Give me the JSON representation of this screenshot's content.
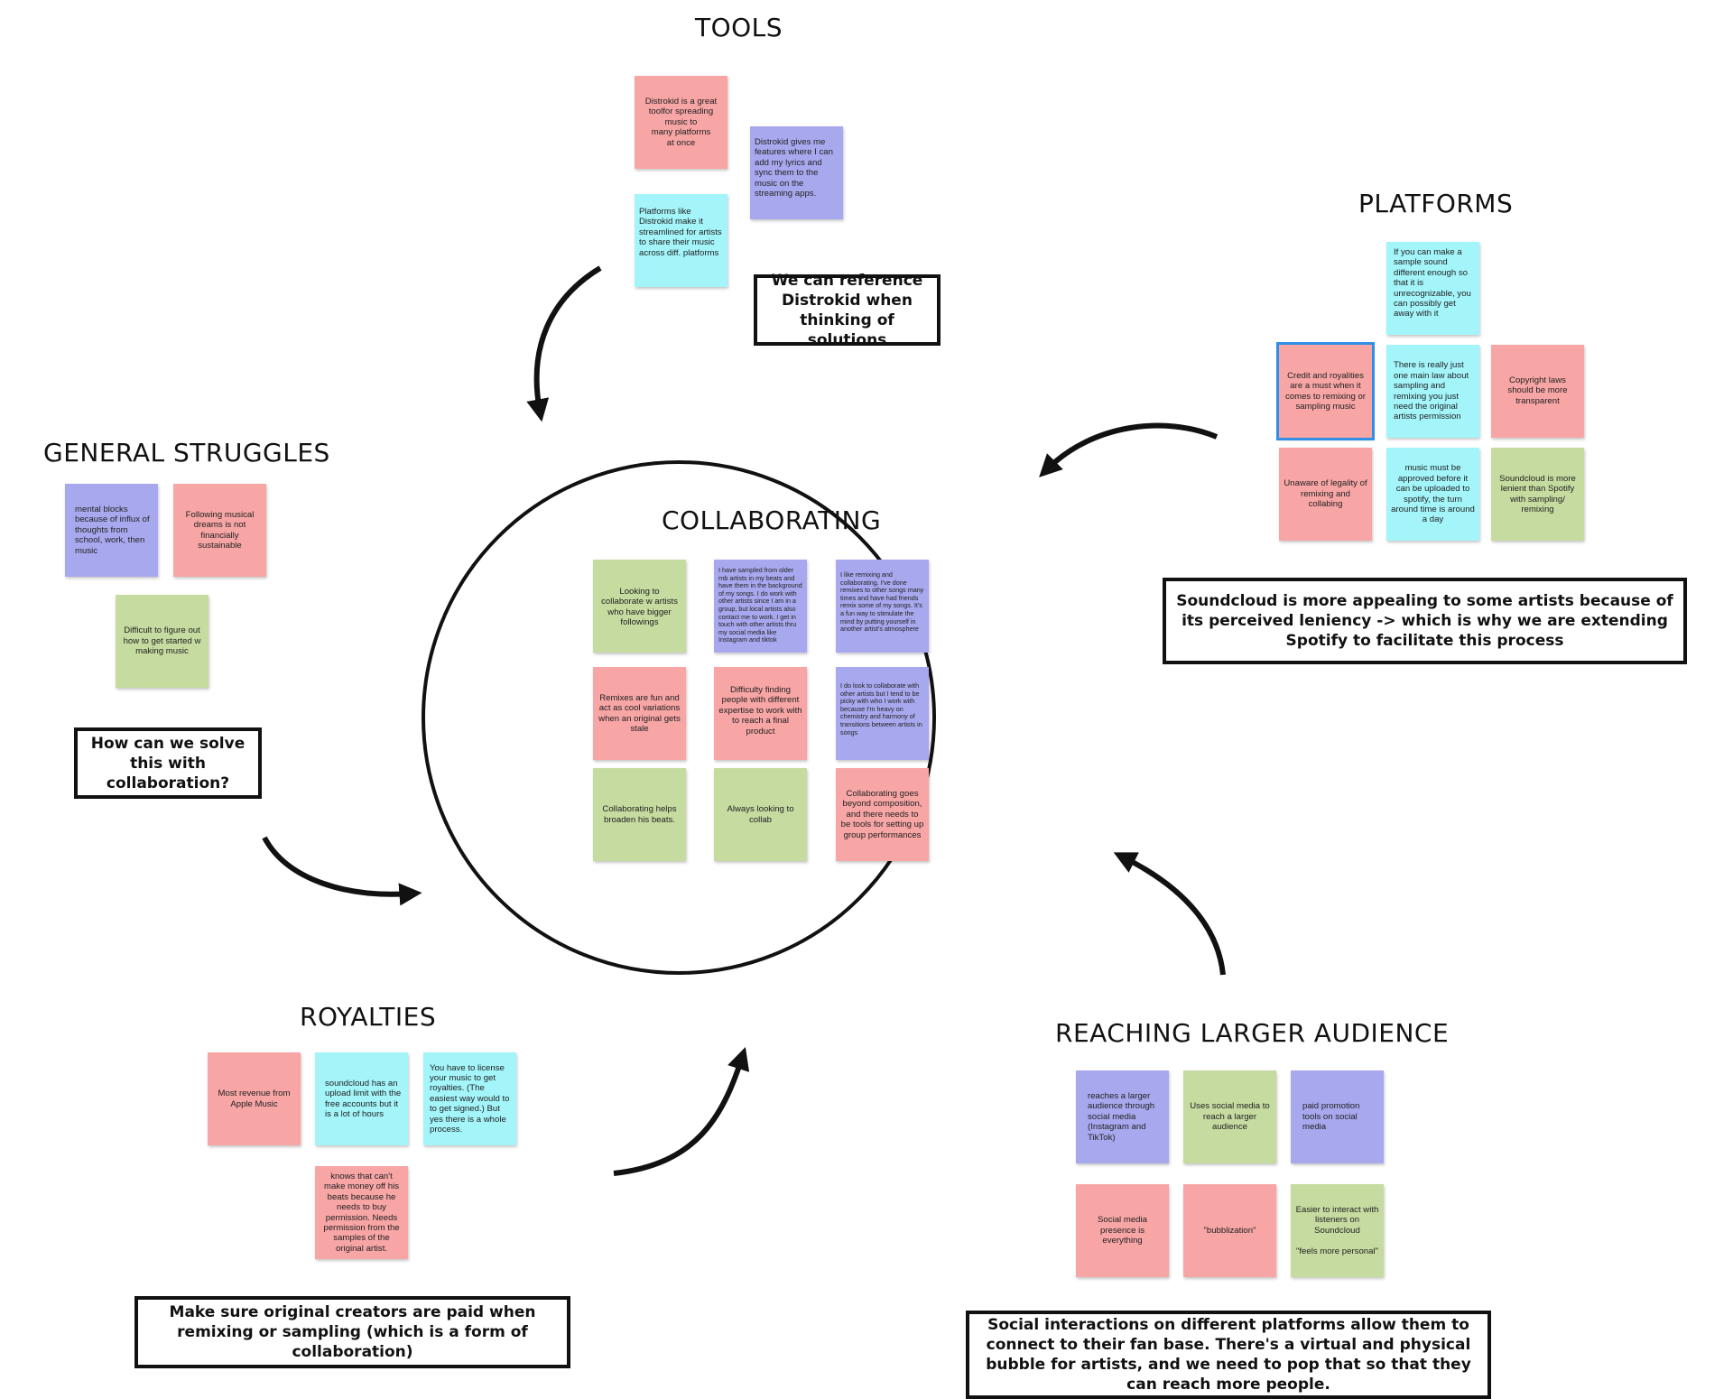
{
  "colors": {
    "pink": "#f7a5a5",
    "purple": "#a8a8ee",
    "cyan": "#a3f5fa",
    "green": "#c6dba0",
    "selection": "#2f8fe6"
  },
  "center": {
    "title": "COLLABORATING",
    "notes": [
      "Looking to collaborate w artists who have bigger followings",
      "I have sampled from older rnb artists in my beats and have them in the background of my songs. I do work with other artists since I am in a group, but local artists also contact me to work. I get in touch with other artists thru my social media like Instagram and tiktok",
      "I like remixing and collaborating. I've done remixes to other songs many times and have had friends remix some of my songs. It's a fun way to stimulate the mind by putting yourself in another artist's atmosphere",
      "Remixes are fun and act as cool variations when an original gets stale",
      "Difficulty finding people with different expertise to work with to reach a final product",
      "I do look to collaborate with other artists but I tend to be picky with who I work with because I'm heavy on chemistry and harmony of transitions between artists in songs",
      "Collaborating helps broaden his beats.",
      "Always looking to collab",
      "Collaborating goes beyond composition, and there needs to be tools for setting up group performances"
    ]
  },
  "tools": {
    "title": "TOOLS",
    "notes": [
      "Distrokid is a great toolfor spreading music to\nmany platforms\nat once",
      "Distrokid gives me features where I can add my lyrics and sync them to the music on the streaming apps.",
      "Platforms like Distrokid make it streamlined for artists to share their music across diff. platforms"
    ],
    "callout": "We can reference Distrokid when thinking of solutions"
  },
  "platforms": {
    "title": "PLATFORMS",
    "notes": [
      "If you can make a sample sound different enough so that it is unrecognizable, you can possibly get away with it",
      "Credit and royalities are a must when it comes to remixing or sampling music",
      "There is really just one main law about sampling and remixing you just need the original artists permission",
      "Copyright laws should be more transparent",
      "Unaware of legality of remixing and collabing",
      "music must be approved before it can be uploaded to spotify, the turn around time is around a day",
      "Soundcloud is more lenient than Spotify with sampling/\nremixing"
    ],
    "callout": "Soundcloud is more appealing to some artists because of its perceived leniency -> which is why we are extending Spotify to facilitate this process"
  },
  "general": {
    "title": "GENERAL STRUGGLES",
    "notes": [
      "mental blocks because of influx of thoughts from school, work, then music",
      "Following musical dreams is not financially sustainable",
      "Difficult to figure out how to get started w making music"
    ],
    "callout": "How can we solve this with collaboration?"
  },
  "royalties": {
    "title": "ROYALTIES",
    "notes": [
      "Most revenue from Apple Music",
      "soundcloud has an upload limit with the free accounts but it is a lot of hours",
      "You have to license your music to get royalties. (The easiest way would to to get signed.) But yes there is a whole process.",
      "knows that can't make money off his beats because he needs to buy permission. Needs permission from the samples of the original artist."
    ],
    "callout": "Make sure original creators are paid when remixing or sampling  (which is a form of collaboration)"
  },
  "audience": {
    "title": "REACHING LARGER AUDIENCE",
    "notes": [
      "reaches a larger audience through social media (Instagram and TikTok)",
      "Uses social media to reach a larger audience",
      "paid promotion tools on social media",
      "Social media presence is everything",
      "\"bubblization\"",
      "Easier to interact with listeners on Soundcloud\n\n\"feels more personal\""
    ],
    "callout": "Social interactions on different platforms allow them to connect to their fan base. There's a virtual and physical bubble for artists, and we need to pop that so that they can reach more people."
  }
}
